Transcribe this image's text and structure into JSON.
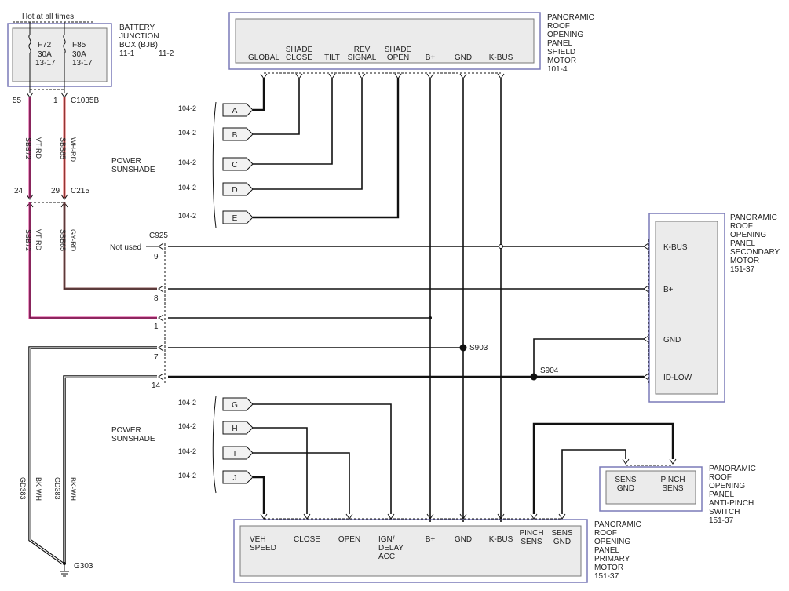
{
  "bjb": {
    "hot_label": "Hot at all times",
    "title": [
      "BATTERY",
      "JUNCTION",
      "BOX (BJB)"
    ],
    "refs": [
      "11-1",
      "11-2"
    ],
    "fuse1": {
      "name": "F72",
      "rating": "30A",
      "ref": "13-17"
    },
    "fuse2": {
      "name": "F85",
      "rating": "30A",
      "ref": "13-17"
    }
  },
  "connectors": {
    "c1035b": {
      "name": "C1035B",
      "pin_left": "55",
      "pin_right": "1"
    },
    "c215": {
      "name": "C215",
      "pin_left": "24",
      "pin_right": "29"
    },
    "c925": {
      "name": "C925",
      "not_used": "Not used",
      "pins": [
        "9",
        "8",
        "1",
        "7",
        "14"
      ]
    }
  },
  "wires": {
    "upper_left_circuit": "SBB72",
    "upper_left_color": "VT-RD",
    "upper_right_circuit": "SBB85",
    "upper_right_color": "WH-RD",
    "lower_left_circuit": "SBB72",
    "lower_left_color": "VT-RD",
    "lower_right_circuit": "SBB65",
    "lower_right_color": "GY-RD",
    "gnd_left_circuit": "GD383",
    "gnd_left_color": "BK-WH",
    "gnd_right_circuit": "GD383",
    "gnd_right_color": "BK-WH"
  },
  "ground": {
    "name": "G303"
  },
  "splices": {
    "s903": "S903",
    "s904": "S904"
  },
  "sunshade_upper": {
    "label": [
      "POWER",
      "SUNSHADE"
    ],
    "refs": [
      "104-2",
      "104-2",
      "104-2",
      "104-2",
      "104-2"
    ],
    "tags": [
      "A",
      "B",
      "C",
      "D",
      "E"
    ]
  },
  "sunshade_lower": {
    "label": [
      "POWER",
      "SUNSHADE"
    ],
    "refs": [
      "104-2",
      "104-2",
      "104-2",
      "104-2"
    ],
    "tags": [
      "G",
      "H",
      "I",
      "J"
    ]
  },
  "shield_motor": {
    "title": [
      "PANORAMIC",
      "ROOF",
      "OPENING",
      "PANEL",
      "SHIELD",
      "MOTOR",
      "101-4"
    ],
    "pins": [
      [
        "GLOBAL"
      ],
      [
        "SHADE",
        "CLOSE"
      ],
      [
        "TILT"
      ],
      [
        "REV",
        "SIGNAL"
      ],
      [
        "SHADE",
        "OPEN"
      ],
      [
        "B+"
      ],
      [
        "GND"
      ],
      [
        "K-BUS"
      ]
    ]
  },
  "secondary_motor": {
    "title": [
      "PANORAMIC",
      "ROOF",
      "OPENING",
      "PANEL",
      "SECONDARY",
      "MOTOR",
      "151-37"
    ],
    "pins": [
      "K-BUS",
      "B+",
      "GND",
      "ID-LOW"
    ]
  },
  "primary_motor": {
    "title": [
      "PANORAMIC",
      "ROOF",
      "OPENING",
      "PANEL",
      "PRIMARY",
      "MOTOR",
      "151-37"
    ],
    "pins": [
      [
        "VEH",
        "SPEED"
      ],
      [
        "CLOSE"
      ],
      [
        "OPEN"
      ],
      [
        "IGN/",
        "DELAY",
        "ACC."
      ],
      [
        "B+"
      ],
      [
        "GND"
      ],
      [
        "K-BUS"
      ],
      [
        "PINCH",
        "SENS"
      ],
      [
        "SENS",
        "GND"
      ]
    ]
  },
  "anti_pinch": {
    "title": [
      "PANORAMIC",
      "ROOF",
      "OPENING",
      "PANEL",
      "ANTI-PINCH",
      "SWITCH",
      "151-37"
    ],
    "pins": [
      [
        "SENS",
        "GND"
      ],
      [
        "PINCH",
        "SENS"
      ]
    ]
  },
  "colors": {
    "violet_red": "#d9338f",
    "gray_red": "#8a5555",
    "white_red": "#e05050",
    "box_border": "#7a7ab8",
    "box_fill": "#ebebeb",
    "wire": "#111111"
  }
}
